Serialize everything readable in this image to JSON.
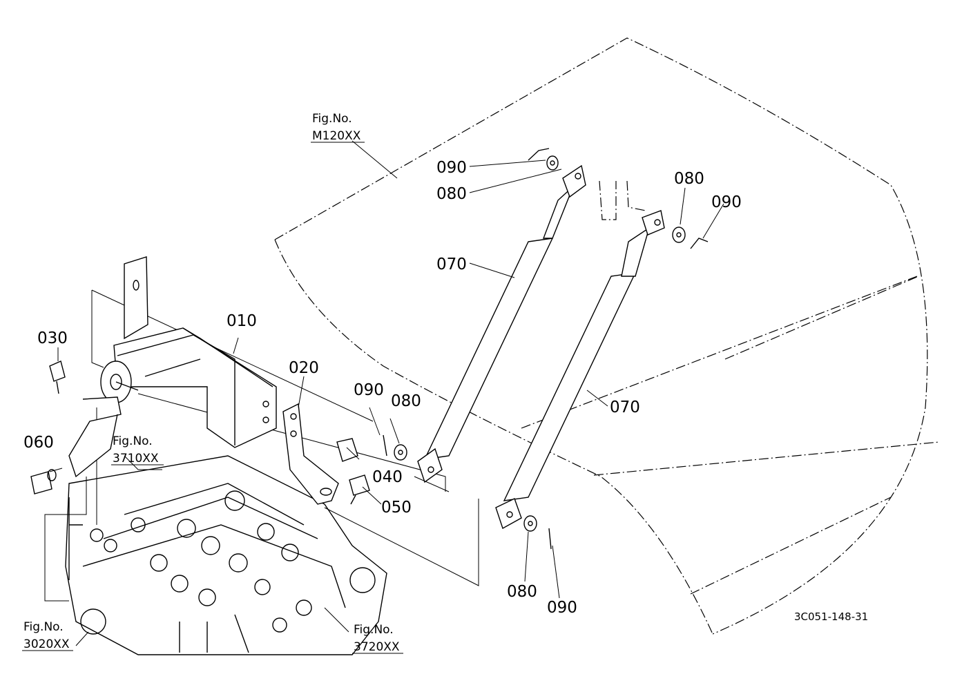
{
  "drawing_code": "3C051-148-31",
  "callouts": {
    "p010": "010",
    "p020": "020",
    "p030": "030",
    "p040": "040",
    "p050": "050",
    "p060": "060",
    "p070a": "070",
    "p070b": "070",
    "p080a": "080",
    "p080b": "080",
    "p080c": "080",
    "p080d": "080",
    "p090a": "090",
    "p090b": "090",
    "p090c": "090",
    "p090d": "090"
  },
  "figure_refs": {
    "m120": {
      "label": "Fig.No.",
      "number": "M120XX"
    },
    "r3710": {
      "label": "Fig.No.",
      "number": "3710XX"
    },
    "r3020": {
      "label": "Fig.No.",
      "number": "3020XX"
    },
    "r3720": {
      "label": "Fig.No.",
      "number": "3720XX"
    }
  }
}
